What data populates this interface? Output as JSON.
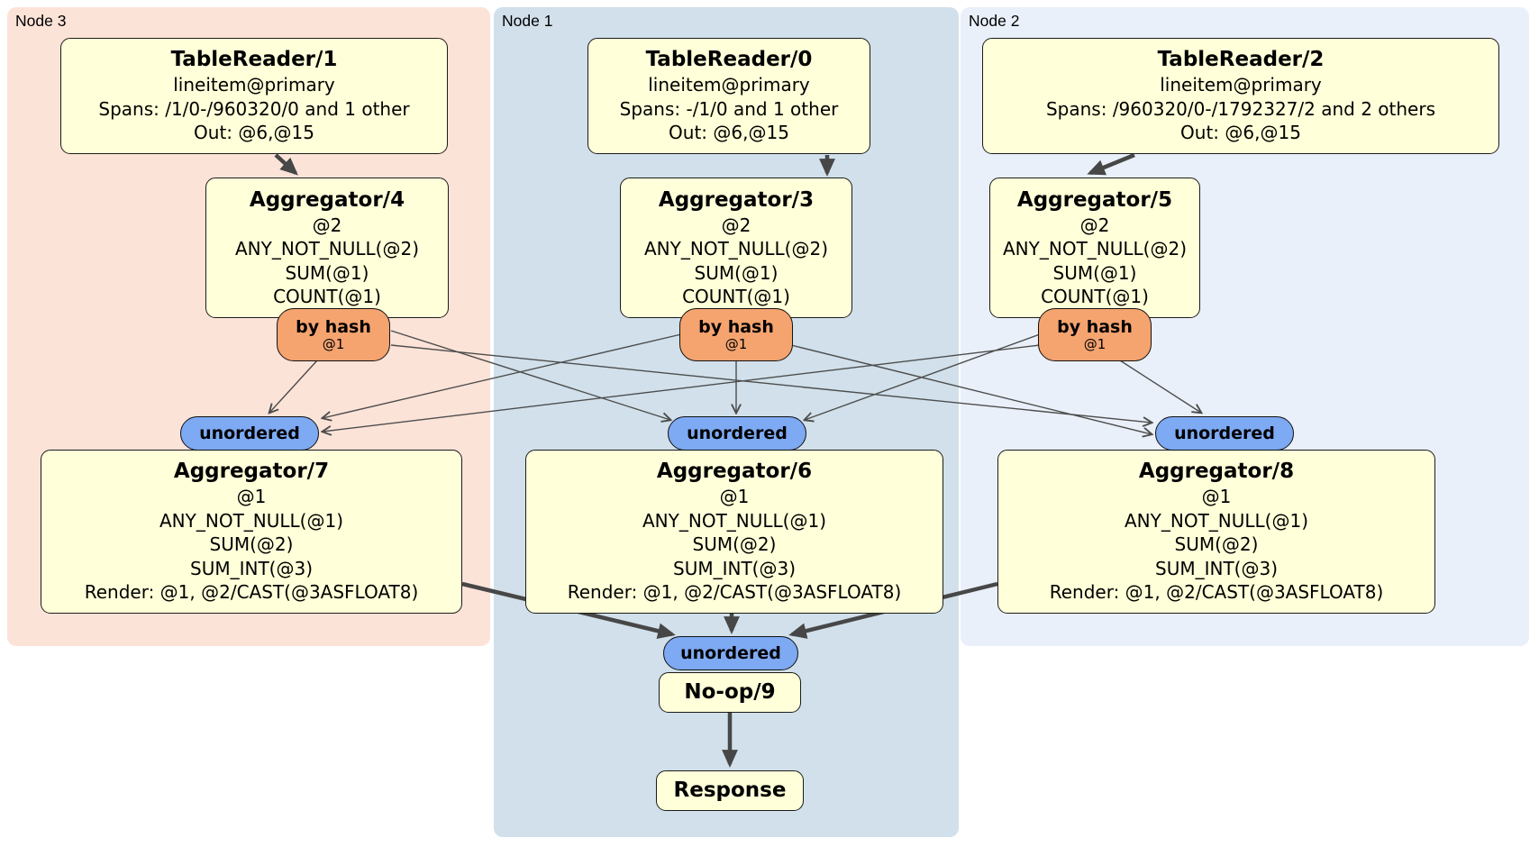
{
  "regions": {
    "node3": {
      "label": "Node 3"
    },
    "node1": {
      "label": "Node 1"
    },
    "node2": {
      "label": "Node 2"
    }
  },
  "processors": {
    "tablereader1": {
      "title": "TableReader/1",
      "lines": [
        "lineitem@primary",
        "Spans: /1/0-/960320/0 and 1 other",
        "Out: @6,@15"
      ]
    },
    "tablereader0": {
      "title": "TableReader/0",
      "lines": [
        "lineitem@primary",
        "Spans: -/1/0 and 1 other",
        "Out: @6,@15"
      ]
    },
    "tablereader2": {
      "title": "TableReader/2",
      "lines": [
        "lineitem@primary",
        "Spans: /960320/0-/1792327/2 and 2 others",
        "Out: @6,@15"
      ]
    },
    "aggregator4": {
      "title": "Aggregator/4",
      "lines": [
        "@2",
        "ANY_NOT_NULL(@2)",
        "SUM(@1)",
        "COUNT(@1)"
      ]
    },
    "aggregator3": {
      "title": "Aggregator/3",
      "lines": [
        "@2",
        "ANY_NOT_NULL(@2)",
        "SUM(@1)",
        "COUNT(@1)"
      ]
    },
    "aggregator5": {
      "title": "Aggregator/5",
      "lines": [
        "@2",
        "ANY_NOT_NULL(@2)",
        "SUM(@1)",
        "COUNT(@1)"
      ]
    },
    "aggregator7": {
      "title": "Aggregator/7",
      "lines": [
        "@1",
        "ANY_NOT_NULL(@1)",
        "SUM(@2)",
        "SUM_INT(@3)",
        "Render: @1, @2/CAST(@3ASFLOAT8)"
      ]
    },
    "aggregator6": {
      "title": "Aggregator/6",
      "lines": [
        "@1",
        "ANY_NOT_NULL(@1)",
        "SUM(@2)",
        "SUM_INT(@3)",
        "Render: @1, @2/CAST(@3ASFLOAT8)"
      ]
    },
    "aggregator8": {
      "title": "Aggregator/8",
      "lines": [
        "@1",
        "ANY_NOT_NULL(@1)",
        "SUM(@2)",
        "SUM_INT(@3)",
        "Render: @1, @2/CAST(@3ASFLOAT8)"
      ]
    },
    "noop": {
      "title": "No-op/9"
    },
    "response": {
      "title": "Response"
    }
  },
  "routers": {
    "by_hash": {
      "label": "by hash",
      "detail": "@1"
    },
    "unordered": {
      "label": "unordered"
    }
  },
  "colors": {
    "node3_bg": "#fce3d8",
    "node1_bg": "#d1e0ea",
    "node2_bg": "#eaf0f9",
    "processor_bg": "#ffffd9",
    "by_hash_bg": "#f5a470",
    "unordered_bg": "#7ea9f3",
    "edge": "#4d4d4d"
  }
}
